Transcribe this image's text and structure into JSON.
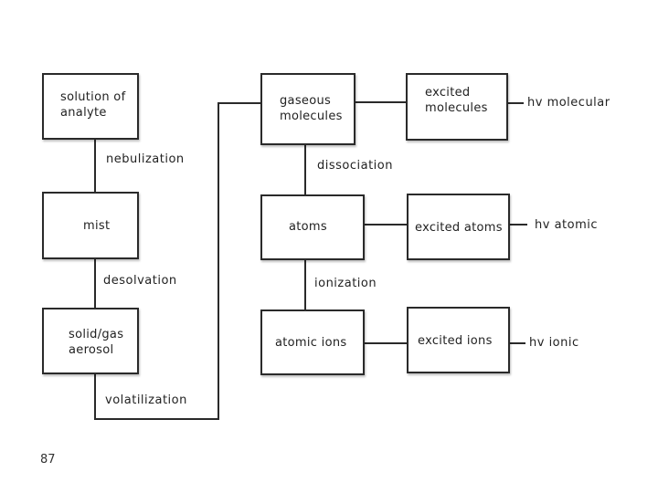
{
  "boxes": {
    "solution": "solution of\nanalyte",
    "mist": "mist",
    "aerosol": "solid/gas\naerosol",
    "gaseous": "gaseous\nmolecules",
    "atoms": "atoms",
    "atomic_ions": "atomic ions",
    "excited_molecules": "excited\nmolecules",
    "excited_atoms": "excited atoms",
    "excited_ions": "excited ions"
  },
  "steps": {
    "nebulization": "nebulization",
    "desolvation": "desolvation",
    "volatilization": "volatilization",
    "dissociation": "dissociation",
    "ionization": "ionization"
  },
  "emissions": {
    "molecular": "hv molecular",
    "atomic": "hv atomic",
    "ionic": "hv  ionic"
  },
  "page_number": "87"
}
